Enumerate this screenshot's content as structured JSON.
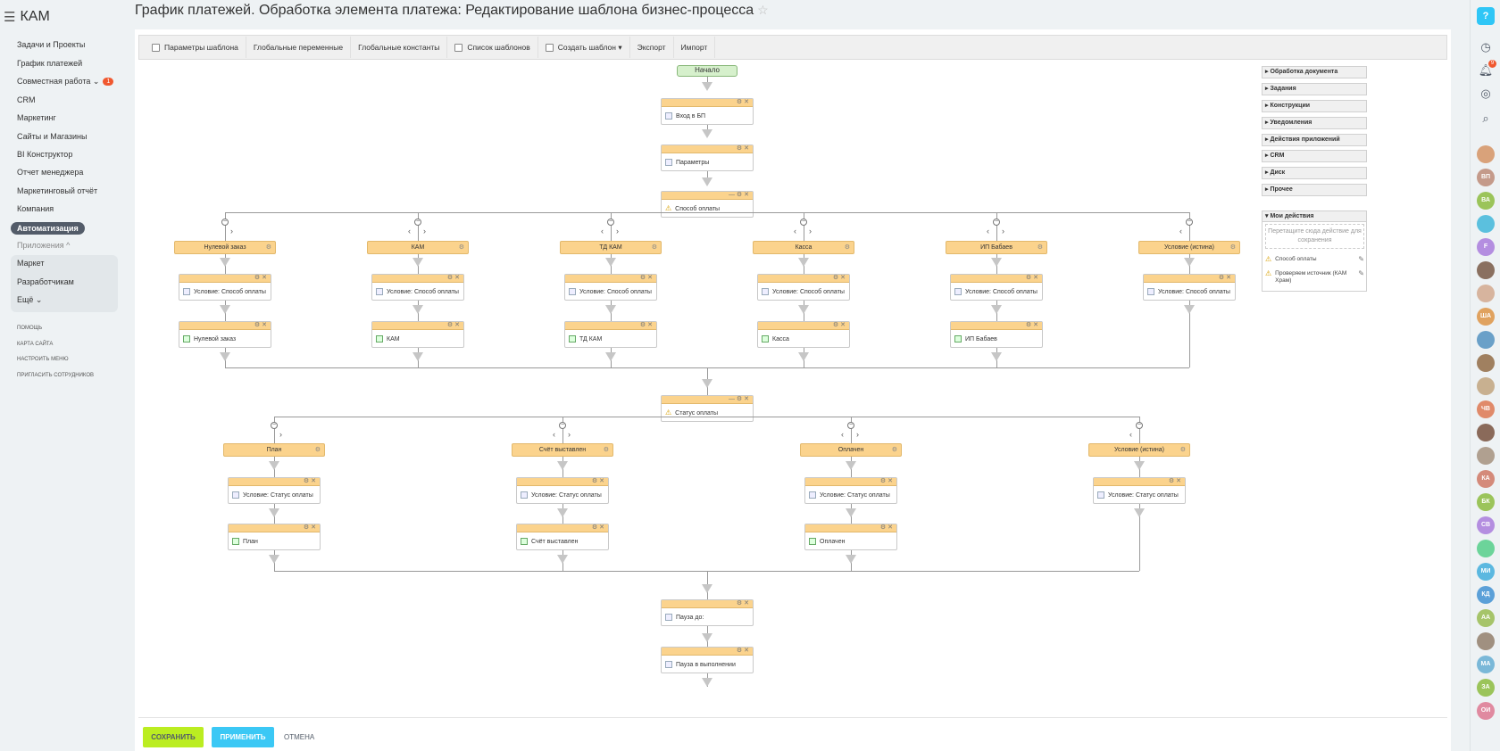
{
  "app": {
    "logo": "КАМ"
  },
  "page": {
    "title": "График платежей. Обработка элемента платежа: Редактирование шаблона бизнес-процесса"
  },
  "sidebar": {
    "items": [
      {
        "label": "Задачи и Проекты"
      },
      {
        "label": "График платежей"
      },
      {
        "label": "Совместная работа",
        "badge": "1"
      },
      {
        "label": "CRM"
      },
      {
        "label": "Маркетинг"
      },
      {
        "label": "Сайты и Магазины"
      },
      {
        "label": "BI Конструктор"
      },
      {
        "label": "Отчет менеджера"
      },
      {
        "label": "Маркетинговый отчёт"
      },
      {
        "label": "Компания"
      },
      {
        "label": "Автоматизация"
      },
      {
        "label": "Приложения ^"
      },
      {
        "label": "Маркет"
      },
      {
        "label": "Разработчикам"
      },
      {
        "label": "Ещё ⌄"
      }
    ],
    "footer_links": [
      "ПОМОЩЬ",
      "КАРТА САЙТА",
      "НАСТРОИТЬ МЕНЮ",
      "ПРИГЛАСИТЬ СОТРУДНИКОВ"
    ]
  },
  "toolbar": {
    "buttons": [
      "Параметры шаблона",
      "Глобальные переменные",
      "Глобальные константы",
      "Список шаблонов",
      "Создать шаблон ▾",
      "Экспорт",
      "Импорт"
    ]
  },
  "workflow": {
    "start": "Начало",
    "entry": "Вход в БП",
    "params": "Параметры",
    "switch1": "Способ оплаты",
    "branches1": [
      {
        "cond": "Нулевой заказ",
        "check": "Условие: Способ оплаты",
        "action": "Нулевой заказ"
      },
      {
        "cond": "КАМ",
        "check": "Условие: Способ оплаты",
        "action": "КАМ"
      },
      {
        "cond": "ТД КАМ",
        "check": "Условие: Способ оплаты",
        "action": "ТД КАМ"
      },
      {
        "cond": "Касса",
        "check": "Условие: Способ оплаты",
        "action": "Касса"
      },
      {
        "cond": "ИП Бабаев",
        "check": "Условие: Способ оплаты",
        "action": "ИП Бабаев"
      },
      {
        "cond": "Условие (истина)",
        "check": "Условие: Способ оплаты",
        "action": ""
      }
    ],
    "switch2": "Статус оплаты",
    "branches2": [
      {
        "cond": "План",
        "check": "Условие: Статус оплаты",
        "action": "План"
      },
      {
        "cond": "Счёт выставлен",
        "check": "Условие: Статус оплаты",
        "action": "Счёт выставлен"
      },
      {
        "cond": "Оплачен",
        "check": "Условие: Статус оплаты",
        "action": "Оплачен"
      },
      {
        "cond": "Условие (истина)",
        "check": "Условие: Статус оплаты",
        "action": ""
      }
    ],
    "pause": "Пауза до:",
    "pause_exec": "Пауза в выполнении"
  },
  "palette": {
    "groups": [
      "Обработка документа",
      "Задания",
      "Конструкции",
      "Уведомления",
      "Действия приложений",
      "CRM",
      "Диск",
      "Прочее"
    ],
    "my_actions": {
      "title": "Мои действия",
      "drop_hint": "Перетащите сюда действие для сохранения",
      "items": [
        "Способ оплаты",
        "Проверяем источник (КАМ Храм)"
      ]
    }
  },
  "footer": {
    "save": "СОХРАНИТЬ",
    "apply": "ПРИМЕНИТЬ",
    "cancel": "ОТМЕНА"
  },
  "rightbar": {
    "help": "?",
    "notify_badge": "9",
    "avatars": [
      {
        "initials": "",
        "color": "#d9a27a"
      },
      {
        "initials": "ВП",
        "color": "#c49a8a"
      },
      {
        "initials": "ВА",
        "color": "#9bc45a"
      },
      {
        "initials": "",
        "color": "#5bc0de"
      },
      {
        "initials": "F",
        "color": "#b48ee0"
      },
      {
        "initials": "",
        "color": "#8a7060"
      },
      {
        "initials": "",
        "color": "#d7b49e"
      },
      {
        "initials": "ША",
        "color": "#e0a25f"
      },
      {
        "initials": "",
        "color": "#6aa0c8"
      },
      {
        "initials": "",
        "color": "#a08060"
      },
      {
        "initials": "",
        "color": "#c8b090"
      },
      {
        "initials": "ЧВ",
        "color": "#e08a6a"
      },
      {
        "initials": "",
        "color": "#8a6a5a"
      },
      {
        "initials": "",
        "color": "#b0a090"
      },
      {
        "initials": "КА",
        "color": "#d48a7a"
      },
      {
        "initials": "БК",
        "color": "#9bc45a"
      },
      {
        "initials": "СВ",
        "color": "#b48ee0"
      },
      {
        "initials": "",
        "color": "#6cd49a"
      },
      {
        "initials": "МИ",
        "color": "#5bb8e0"
      },
      {
        "initials": "КД",
        "color": "#5ba0d8"
      },
      {
        "initials": "АА",
        "color": "#a6c46a"
      },
      {
        "initials": "",
        "color": "#a09080"
      },
      {
        "initials": "МА",
        "color": "#7ab8d8"
      },
      {
        "initials": "ЗА",
        "color": "#9bc45a"
      },
      {
        "initials": "ОИ",
        "color": "#e08aa0"
      }
    ]
  }
}
